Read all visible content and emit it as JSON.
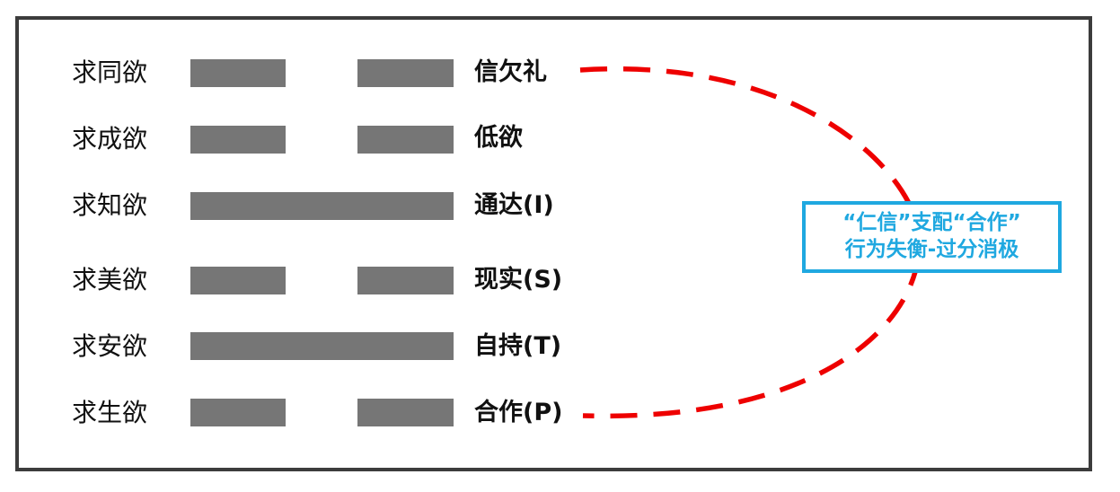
{
  "rows": [
    {
      "label": "求同欲",
      "trait": "信欠礼",
      "yang": false
    },
    {
      "label": "求成欲",
      "trait": "低欲",
      "yang": false
    },
    {
      "label": "求知欲",
      "trait": "通达(I)",
      "yang": true
    },
    {
      "label": "求美欲",
      "trait": "现实(S)",
      "yang": false
    },
    {
      "label": "求安欲",
      "trait": "自持(T)",
      "yang": true
    },
    {
      "label": "求生欲",
      "trait": "合作(P)",
      "yang": false
    }
  ],
  "callout": {
    "line1": "“仁信”支配“合作”",
    "line2": "行为失衡-过分消极"
  },
  "colors": {
    "bar": "#767676",
    "frame": "#3c3c3c",
    "connector": "#ee0000",
    "callout": "#1fa8e0"
  }
}
